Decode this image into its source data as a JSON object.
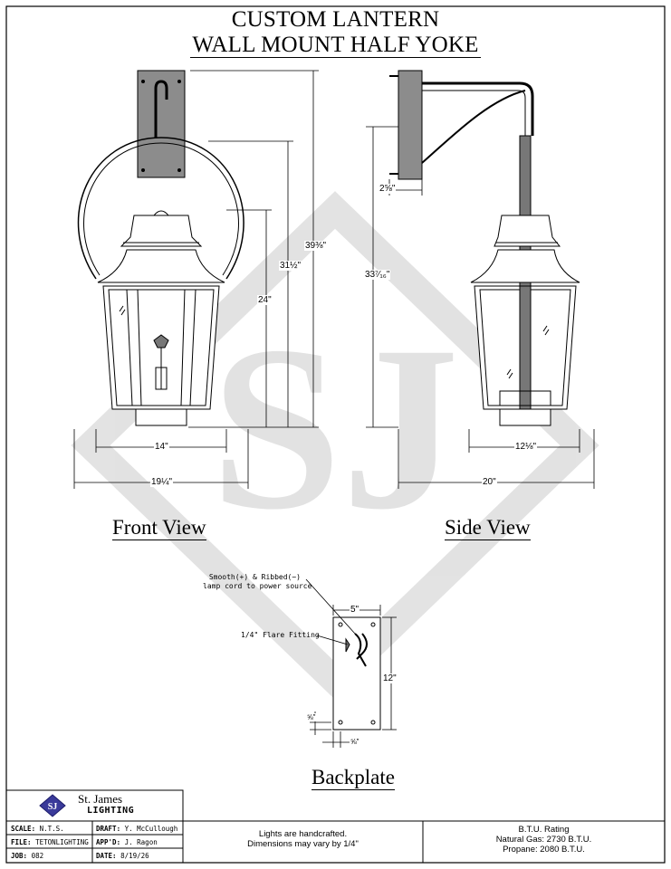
{
  "title": {
    "line1": "CUSTOM LANTERN",
    "line2": "WALL MOUNT HALF YOKE"
  },
  "front_view": {
    "label": "Front View",
    "dims": {
      "overall_height": "39⅜\"",
      "mount_height": "31½\"",
      "lantern_height": "24\"",
      "width": "14\"",
      "overall_width": "19¼\""
    }
  },
  "side_view": {
    "label": "Side View",
    "dims": {
      "arm_drop": "2⅝\"",
      "height": "33⁷⁄₁₆\"",
      "width": "12⅛\"",
      "projection": "20\""
    }
  },
  "backplate": {
    "label": "Backplate",
    "cord_note_line1": "Smooth(+) & Ribbed(−)",
    "cord_note_line2": "lamp cord to power source",
    "fitting_note": "1/4\" Flare Fitting",
    "dims": {
      "width": "5\"",
      "height": "12\"",
      "edge_offset_v": "⅝\"",
      "edge_offset_h": "⅝\""
    }
  },
  "title_block": {
    "company_line1": "St. James",
    "company_line2": "LIGHTING",
    "scale_label": "SCALE:",
    "scale_value": "N.T.S.",
    "draft_label": "DRAFT:",
    "draft_value": "Y. McCullough",
    "file_label": "FILE:",
    "file_value": "TETONLIGHTING",
    "appd_label": "APP'D:",
    "appd_value": "J. Ragon",
    "job_label": "JOB:",
    "job_value": "082",
    "date_label": "DATE:",
    "date_value": "8/19/26",
    "note_line1": "Lights are handcrafted.",
    "note_line2": "Dimensions may vary by 1/4\"",
    "btu_title": "B.T.U. Rating",
    "btu_natural": "Natural Gas: 2730 B.T.U.",
    "btu_propane": "Propane: 2080 B.T.U."
  },
  "watermark": "SJ"
}
